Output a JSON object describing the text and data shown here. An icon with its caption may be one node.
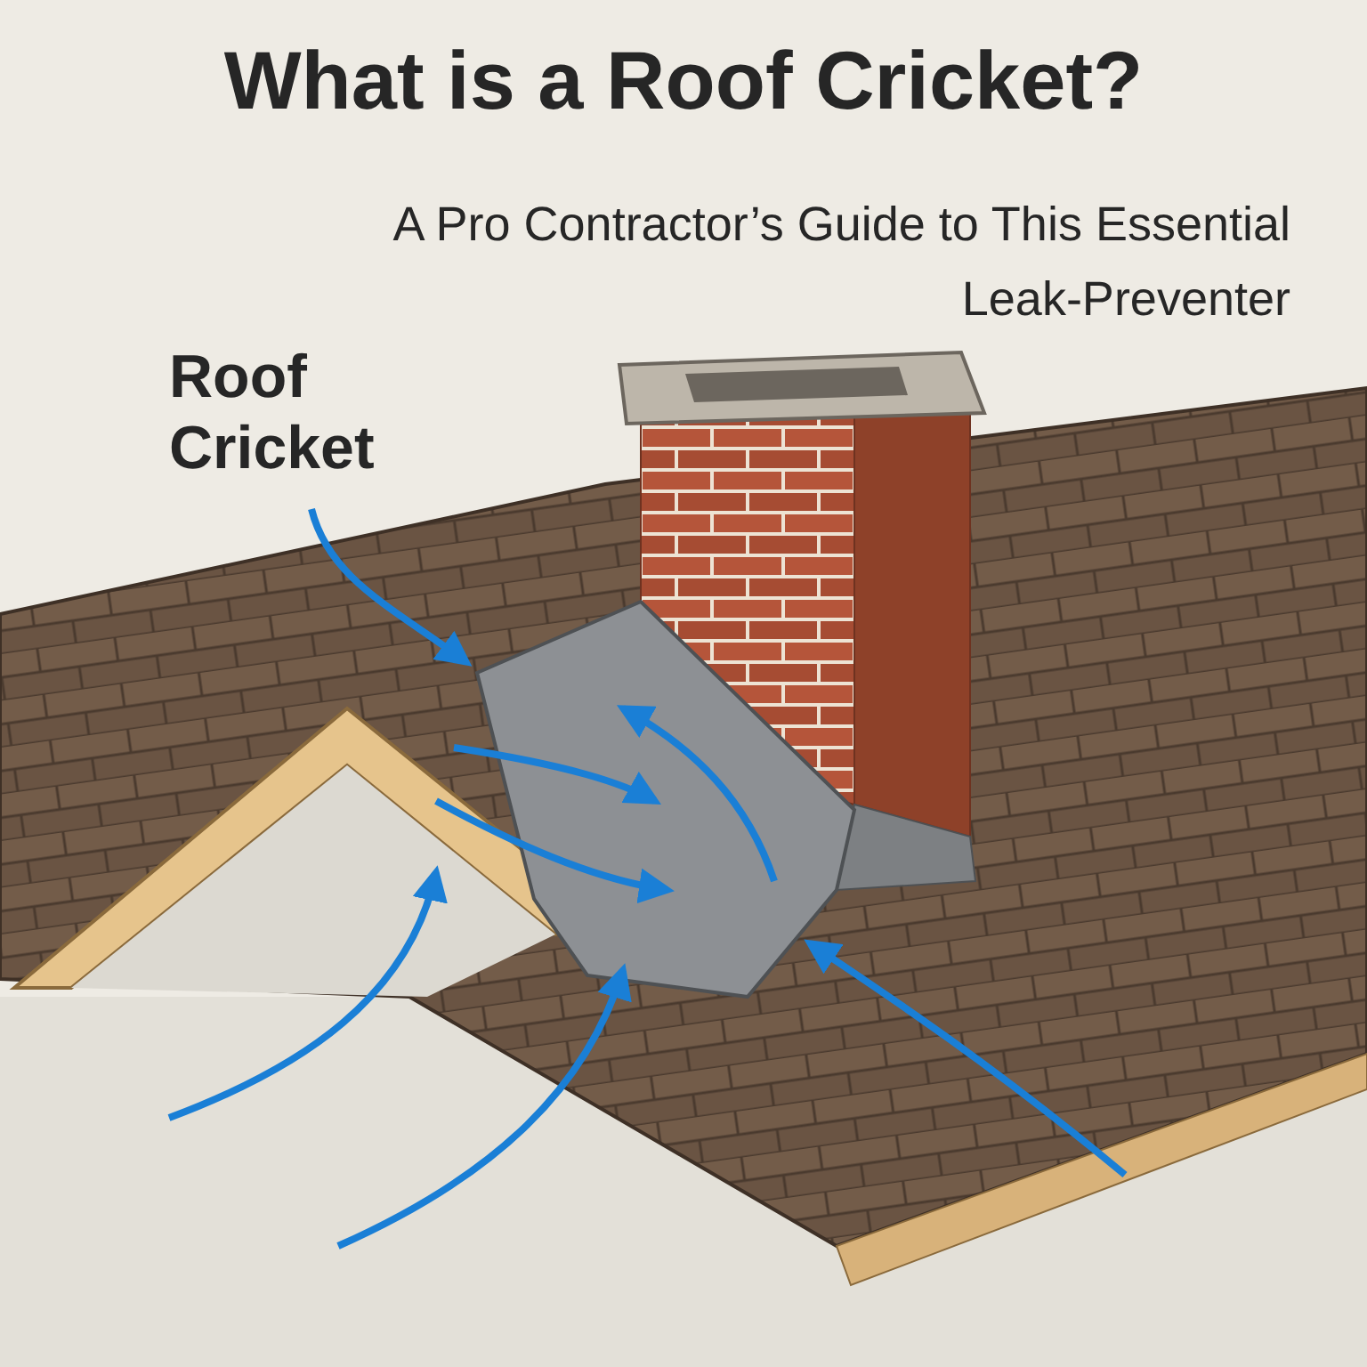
{
  "diagram": {
    "title": "What is a Roof Cricket?",
    "nodes": [
      {
        "text": [
          "Roof Cricket"
        ]
      },
      {
        "text": [],
        "shape": "picture"
      }
    ],
    "edges": [
      {
        "from": 0,
        "to": 1,
        "arrow": "to"
      }
    ],
    "labels": [
      "A Pro Contractor’s Guide to This Essential Leak-Preventer"
    ]
  }
}
